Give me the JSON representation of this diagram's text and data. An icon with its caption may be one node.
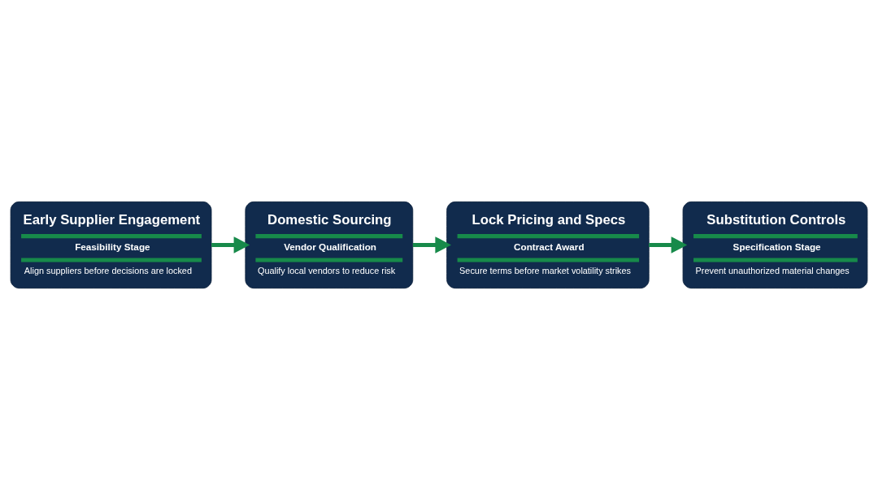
{
  "diagram": {
    "nodes": [
      {
        "text": [
          "Early Supplier Engagement",
          "Feasibility Stage",
          "Align suppliers before decisions are locked"
        ]
      },
      {
        "text": [
          "Domestic Sourcing",
          "Vendor Qualification",
          "Qualify local vendors to reduce risk"
        ]
      },
      {
        "text": [
          "Lock Pricing and Specs",
          "Contract Award",
          "Secure terms before market volatility strikes"
        ]
      },
      {
        "text": [
          "Substitution Controls",
          "Specification Stage",
          "Prevent unauthorized material changes"
        ]
      }
    ],
    "edges": [
      {
        "from": 0,
        "to": 1,
        "arrow": "to"
      },
      {
        "from": 1,
        "to": 2,
        "arrow": "to"
      },
      {
        "from": 2,
        "to": 3,
        "arrow": "to"
      }
    ]
  }
}
